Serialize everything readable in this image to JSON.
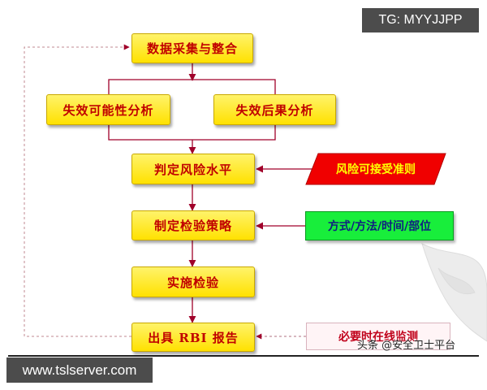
{
  "nodes": {
    "collect": "数据采集与整合",
    "failure_possibility": "失效可能性分析",
    "failure_consequence": "失效后果分析",
    "risk_level": "判定风险水平",
    "strategy": "制定检验策略",
    "implement": "实施检验",
    "report": "出具 RBI 报告"
  },
  "side_notes": {
    "acceptance": "风险可接受准则",
    "methods": "方式/方法/时间/部位",
    "monitoring": "必要时在线监测"
  },
  "watermarks": {
    "top_right": "TG: MYYJJPP",
    "bottom_left": "www.tslserver.com",
    "bottom_right": "头条 @安全卫士平台"
  },
  "colors": {
    "node_fill": "#ffe100",
    "node_text": "#c00000",
    "arrow": "#a0002a",
    "red_tag": "#f00000",
    "green_tag": "#18ee3b"
  }
}
